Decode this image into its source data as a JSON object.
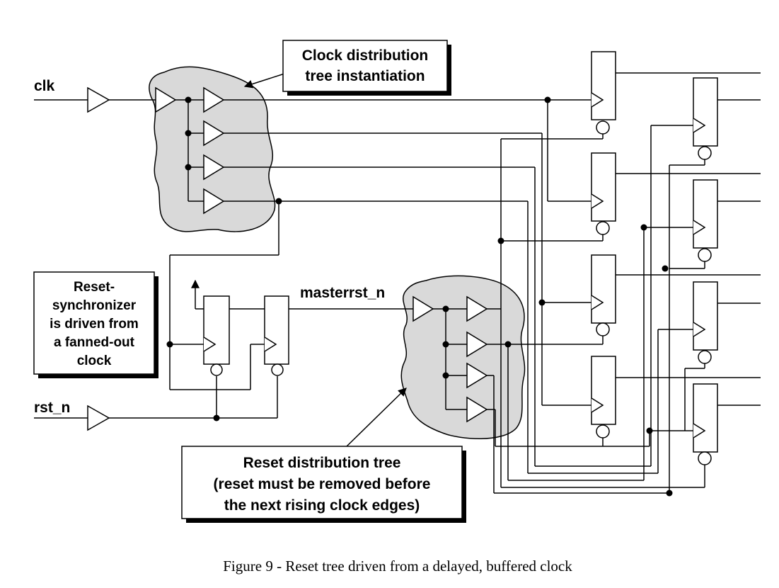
{
  "signals": {
    "clk": "clk",
    "rst_n": "rst_n",
    "masterrst_n": "masterrst_n"
  },
  "callouts": {
    "clock_tree": [
      "Clock distribution",
      "tree instantiation"
    ],
    "reset_sync": [
      "Reset-",
      "synchronizer",
      "is driven from",
      "a fanned-out",
      "clock"
    ],
    "reset_tree": [
      "Reset distribution tree",
      "(reset must be removed before",
      "the next rising clock edges)"
    ]
  },
  "caption": "Figure 9 - Reset tree driven from a delayed, buffered clock",
  "colors": {
    "cloud": "#d9d9d9",
    "line": "#000000"
  }
}
